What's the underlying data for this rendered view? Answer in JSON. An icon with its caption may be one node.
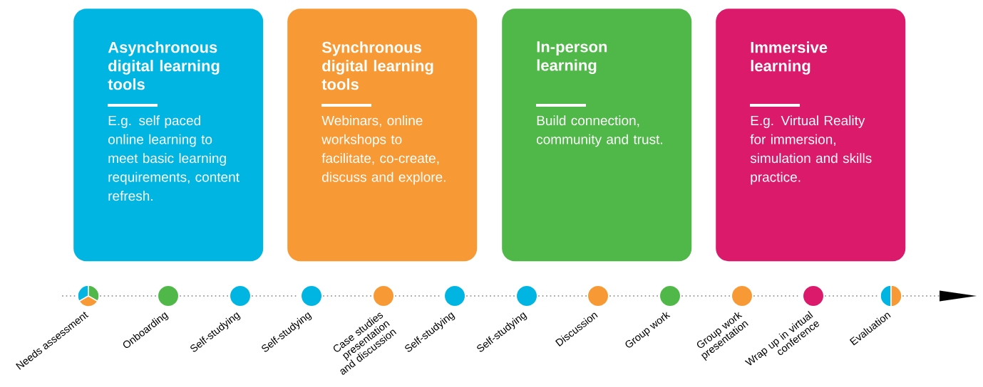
{
  "diagram": {
    "nodes": [
      {
        "text": [
          "Asynchronous digital learning tools",
          "E.g. self paced online learning to meet basic learning requirements, content refresh."
        ]
      },
      {
        "text": [
          "Synchronous digital learning tools",
          "Webinars, online workshops to facilitate, co-create, discuss and explore."
        ]
      },
      {
        "text": [
          "In-person learning",
          "Build connection, community and trust."
        ]
      },
      {
        "text": [
          "Immersive learning",
          "E.g. Virtual Reality for immersion, simulation and skills practice."
        ]
      },
      {
        "text": [],
        "shape": "circle",
        "beside": [
          "Needs assessment"
        ]
      },
      {
        "text": [],
        "shape": "circle",
        "beside": [
          "Onboarding"
        ]
      },
      {
        "text": [],
        "shape": "circle",
        "beside": [
          "Self-studying"
        ]
      },
      {
        "text": [],
        "shape": "circle",
        "beside": [
          "Self-studying"
        ]
      },
      {
        "text": [],
        "shape": "circle",
        "beside": [
          "Case studies presentation and discussion"
        ]
      },
      {
        "text": [],
        "shape": "circle",
        "beside": [
          "Self-studying"
        ]
      },
      {
        "text": [],
        "shape": "circle",
        "beside": [
          "Self-studying"
        ]
      },
      {
        "text": [],
        "shape": "circle",
        "beside": [
          "Discussion"
        ]
      },
      {
        "text": [],
        "shape": "circle",
        "beside": [
          "Group work"
        ]
      },
      {
        "text": [],
        "shape": "circle",
        "beside": [
          "Group work presentation"
        ]
      },
      {
        "text": [],
        "shape": "circle",
        "beside": [
          "Wrap up in virtual conference"
        ]
      },
      {
        "text": [],
        "shape": "circle",
        "beside": [
          "Evaluation"
        ]
      }
    ],
    "edges": [
      {
        "from": null,
        "to": 4,
        "arrow": "none"
      },
      {
        "from": 4,
        "to": 5,
        "arrow": "none"
      },
      {
        "from": 5,
        "to": 6,
        "arrow": "none"
      },
      {
        "from": 6,
        "to": 7,
        "arrow": "none"
      },
      {
        "from": 7,
        "to": 8,
        "arrow": "none"
      },
      {
        "from": 8,
        "to": 9,
        "arrow": "none"
      },
      {
        "from": 9,
        "to": 10,
        "arrow": "none"
      },
      {
        "from": 10,
        "to": 11,
        "arrow": "none"
      },
      {
        "from": 11,
        "to": 12,
        "arrow": "none"
      },
      {
        "from": 12,
        "to": 13,
        "arrow": "none"
      },
      {
        "from": 13,
        "to": 14,
        "arrow": "none"
      },
      {
        "from": 14,
        "to": 15,
        "arrow": "none"
      },
      {
        "from": 15,
        "to": null,
        "arrow": "to"
      }
    ]
  }
}
